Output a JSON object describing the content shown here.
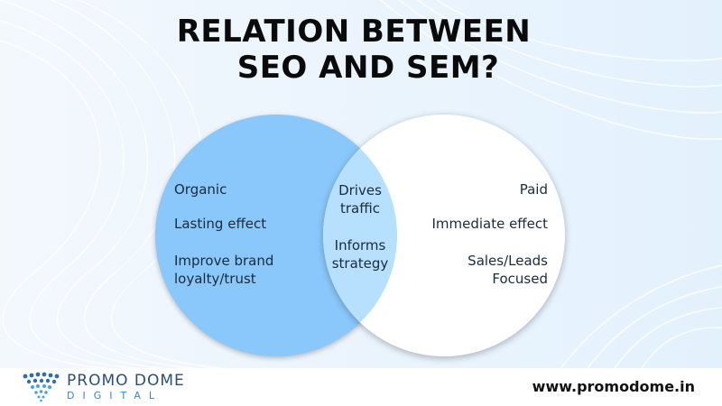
{
  "title": {
    "line1": "RELATION BETWEEN",
    "line2": "SEO AND SEM?"
  },
  "seo": {
    "items": [
      "Organic",
      "Lasting effect",
      "Improve brand",
      "loyalty/trust"
    ]
  },
  "overlap": {
    "items": [
      "Drives",
      "traffic",
      "Informs",
      "strategy"
    ]
  },
  "sem": {
    "items": [
      "Paid",
      "Immediate effect",
      "Sales/Leads",
      "Focused"
    ]
  },
  "footer": {
    "brand_name": "PROMO DOME",
    "brand_sub": "DIGITAL",
    "website": "www.promodome.in",
    "logo_icon": "dotted-dome-icon"
  },
  "colors": {
    "seo_circle": "#8ac8fb",
    "sem_circle": "#ffffff",
    "overlap": "#b7e0ff",
    "title": "#0a0a0a",
    "background": "#e8f3fd"
  }
}
